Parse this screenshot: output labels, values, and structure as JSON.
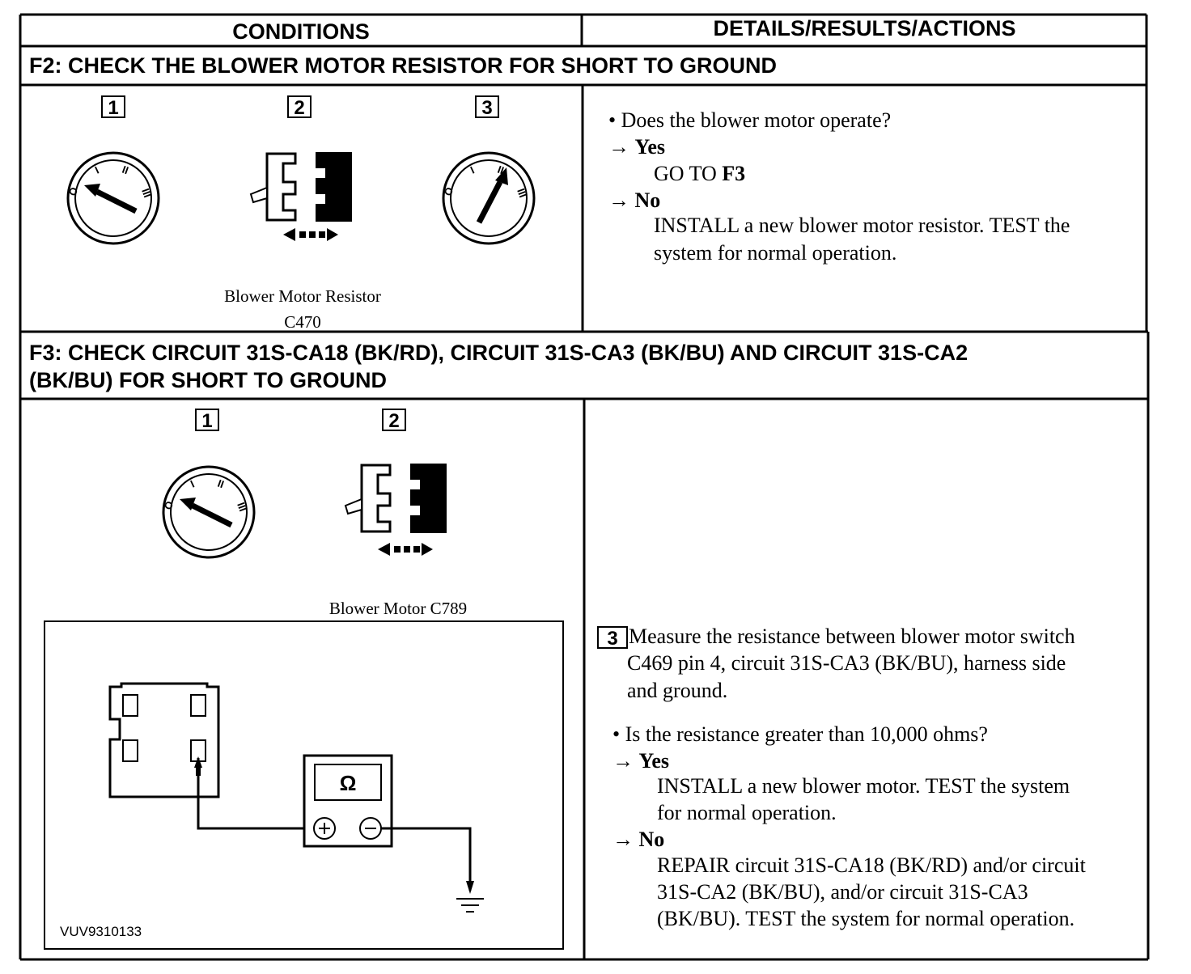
{
  "header": {
    "conditions": "CONDITIONS",
    "details": "DETAILS/RESULTS/ACTIONS"
  },
  "f2": {
    "title": "F2: CHECK THE BLOWER MOTOR RESISTOR FOR SHORT TO GROUND",
    "steps": [
      "1",
      "2",
      "3"
    ],
    "caption_line1": "Blower Motor Resistor",
    "caption_line2": "C470",
    "question": "• Does the blower motor operate?",
    "arrow": "→",
    "yes_label": "Yes",
    "yes_action_prefix": "GO TO ",
    "yes_action_target": "F3",
    "no_label": "No",
    "no_action_line1": "INSTALL a new blower motor resistor. TEST the",
    "no_action_line2": "system for normal operation."
  },
  "f3": {
    "title_line1": "F3: CHECK CIRCUIT 31S-CA18 (BK/RD), CIRCUIT 31S-CA3 (BK/BU) AND CIRCUIT 31S-CA2",
    "title_line2": "(BK/BU) FOR SHORT TO GROUND",
    "steps": [
      "1",
      "2"
    ],
    "caption": "Blower Motor C789",
    "diagram_id": "VUV9310133",
    "ohm_symbol": "Ω",
    "step3_number": "3",
    "step3_line1": "Measure the resistance between blower motor switch",
    "step3_line2": "C469 pin 4, circuit 31S-CA3 (BK/BU), harness side",
    "step3_line3": "and ground.",
    "question": "• Is the resistance greater than 10,000 ohms?",
    "arrow": "→",
    "yes_label": "Yes",
    "yes_action_line1": "INSTALL a new blower motor. TEST the system",
    "yes_action_line2": "for normal operation.",
    "no_label": "No",
    "no_action_line1": "REPAIR circuit 31S-CA18 (BK/RD) and/or circuit",
    "no_action_line2": "31S-CA2 (BK/BU), and/or circuit 31S-CA3",
    "no_action_line3": "(BK/BU). TEST the system for normal operation."
  },
  "switch_labels": {
    "off": "O",
    "low": "I",
    "mid": "II",
    "high": "III"
  }
}
